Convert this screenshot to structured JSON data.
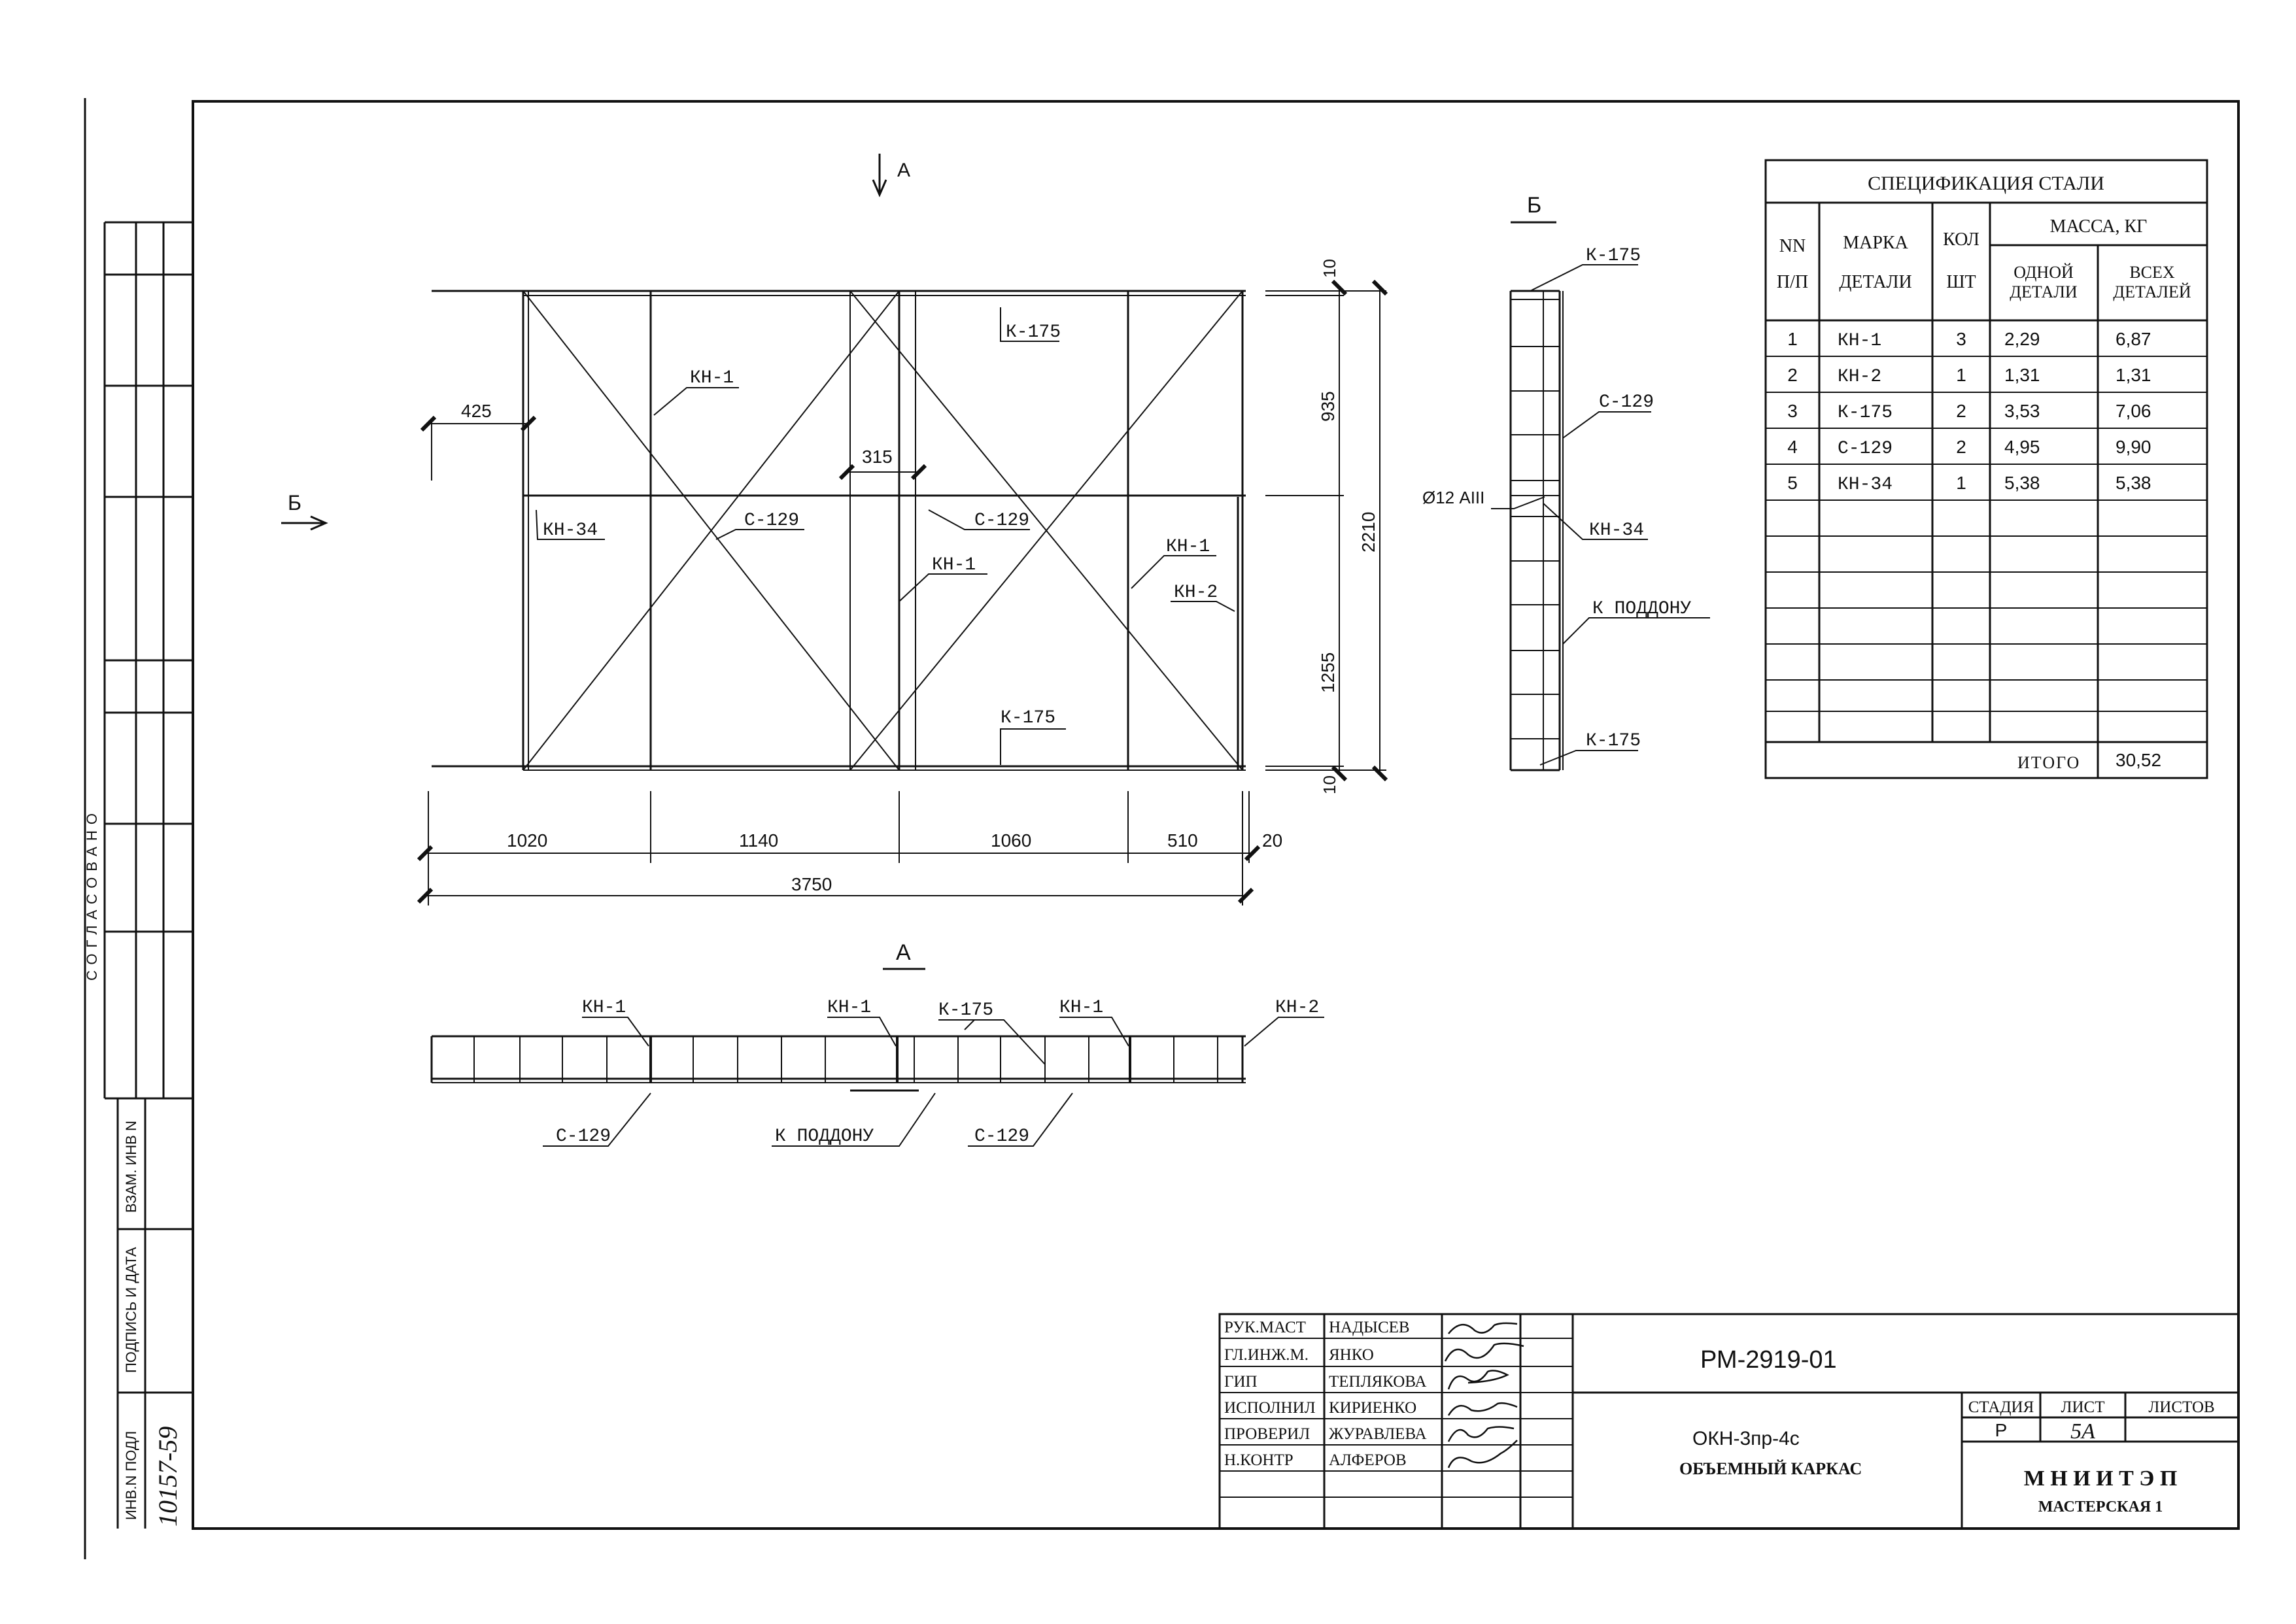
{
  "views": {
    "view_a_marker": "А",
    "view_b_marker": "Б",
    "section_b_title": "Б",
    "section_a_title": "А"
  },
  "front_view": {
    "labels": {
      "kn1_a": "КН-1",
      "k175_top": "К-175",
      "kn34": "КН-34",
      "c129_a": "С-129",
      "c129_b": "С-129",
      "kn1_b": "КН-1",
      "kn1_c": "КН-1",
      "kn2": "КН-2",
      "k175_bottom": "К-175"
    },
    "dimensions": {
      "d425": "425",
      "d315": "315",
      "d10_top": "10",
      "d935": "935",
      "d2210": "2210",
      "d1255": "1255",
      "d10_bottom": "10",
      "d1020": "1020",
      "d1140": "1140",
      "d1060": "1060",
      "d510": "510",
      "d20": "20",
      "d3750": "3750"
    }
  },
  "side_view": {
    "labels": {
      "k175_top": "К-175",
      "c129": "С-129",
      "bar": "Ø12 АIII",
      "kn34": "КН-34",
      "pallet": "К ПОДДОНУ",
      "k175_bottom": "К-175"
    }
  },
  "plan_view": {
    "labels": {
      "kn1_a": "КН-1",
      "kn1_b": "КН-1",
      "k175": "К-175",
      "kn1_c": "КН-1",
      "kn2": "КН-2",
      "c129_a": "С-129",
      "pallet": "К ПОДДОНУ",
      "c129_b": "С-129"
    }
  },
  "spec_table": {
    "title": "СПЕЦИФИКАЦИЯ СТАЛИ",
    "h_nn_1": "NN",
    "h_nn_2": "П/П",
    "h_mark_1": "МАРКА",
    "h_mark_2": "ДЕТАЛИ",
    "h_qty_1": "КОЛ",
    "h_qty_2": "ШТ",
    "h_mass": "МАССА, КГ",
    "h_one_1": "ОДНОЙ",
    "h_one_2": "ДЕТАЛИ",
    "h_all_1": "ВСЕХ",
    "h_all_2": "ДЕТАЛЕЙ",
    "rows": [
      {
        "nn": "1",
        "mark": "КН-1",
        "qty": "3",
        "one": "2,29",
        "all": "6,87"
      },
      {
        "nn": "2",
        "mark": "КН-2",
        "qty": "1",
        "one": "1,31",
        "all": "1,31"
      },
      {
        "nn": "3",
        "mark": "К-175",
        "qty": "2",
        "one": "3,53",
        "all": "7,06"
      },
      {
        "nn": "4",
        "mark": "С-129",
        "qty": "2",
        "one": "4,95",
        "all": "9,90"
      },
      {
        "nn": "5",
        "mark": "КН-34",
        "qty": "1",
        "one": "5,38",
        "all": "5,38"
      }
    ],
    "total_label": "ИТОГО",
    "total_value": "30,52"
  },
  "left_margin": {
    "agreed": "СОГЛАСОВАНО",
    "inv_podl": "ИНВ.N ПОДЛ",
    "signature_date": "ПОДПИСЬ И ДАТА",
    "vzam_inv": "ВЗАМ. ИНВ N",
    "inv_number": "10157-59"
  },
  "title_block": {
    "roles": [
      {
        "role": "РУК.МАСТ",
        "name": "НАДЫСЕВ"
      },
      {
        "role": "ГЛ.ИНЖ.М.",
        "name": "ЯНКО"
      },
      {
        "role": "ГИП",
        "name": "ТЕПЛЯКОВА"
      },
      {
        "role": "ИСПОЛНИЛ",
        "name": "КИРИЕНКО"
      },
      {
        "role": "ПРОВЕРИЛ",
        "name": "ЖУРАВЛЕВА"
      },
      {
        "role": "Н.КОНТР",
        "name": "АЛФЕРОВ"
      }
    ],
    "doc_code": "РМ-2919-01",
    "element": "ОКН-3пр-4с",
    "name": "ОБЪЕМНЫЙ КАРКАС",
    "h_stage": "СТАДИЯ",
    "h_sheet": "ЛИСТ",
    "h_sheets": "ЛИСТОВ",
    "stage": "Р",
    "sheet": "5А",
    "org": "М Н И И Т Э П",
    "workshop": "МАСТЕРСКАЯ 1"
  }
}
